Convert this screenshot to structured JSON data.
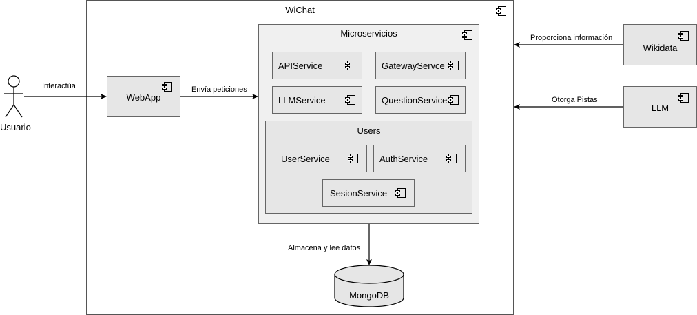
{
  "diagram": {
    "system": {
      "title": "WiChat"
    },
    "actor": {
      "name": "Usuario"
    },
    "webapp": {
      "name": "WebApp"
    },
    "microservices": {
      "title": "Microservicios",
      "services": [
        "APIService",
        "GatewayServce",
        "LLMService",
        "QuestionService"
      ],
      "users_group": {
        "title": "Users",
        "services": [
          "UserService",
          "AuthService",
          "SesionService"
        ]
      }
    },
    "external": {
      "wikidata": "Wikidata",
      "llm": "LLM"
    },
    "database": {
      "name": "MongoDB"
    },
    "edges": {
      "user_to_webapp": "Interactúa",
      "webapp_to_micro": "Envía peticiones",
      "wikidata_to_system": "Proporciona información",
      "llm_to_system": "Otorga Pistas",
      "micro_to_db": "Almacena y lee datos"
    }
  }
}
